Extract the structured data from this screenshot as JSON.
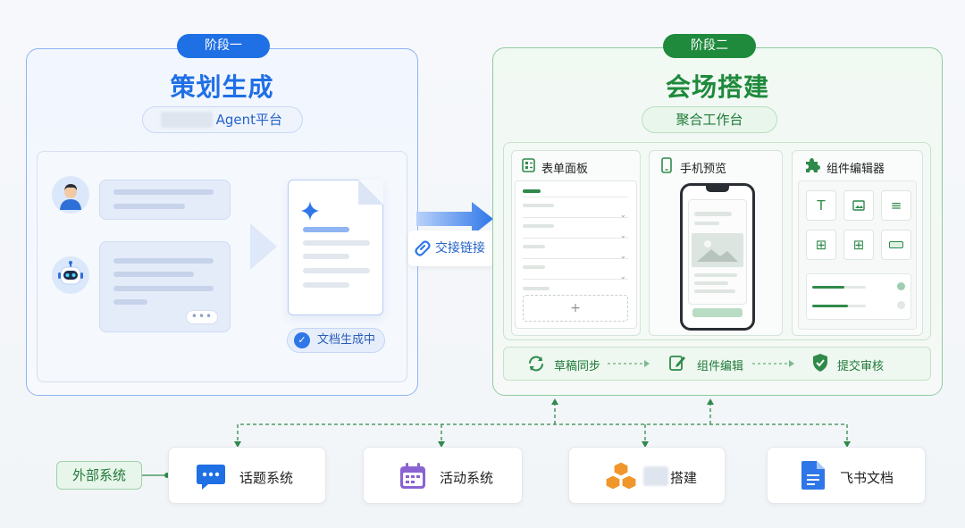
{
  "stage1": {
    "pill": "阶段一",
    "title": "策划生成",
    "subtitle": "Agent平台",
    "doc_status": "文档生成中",
    "dots": "•••"
  },
  "connector": {
    "label": "交接链接"
  },
  "stage2": {
    "pill": "阶段二",
    "title": "会场搭建",
    "subtitle": "聚合工作台",
    "panels": {
      "form": "表单面板",
      "preview": "手机预览",
      "editor": "组件编辑器"
    },
    "flow": [
      "草稿同步",
      "组件编辑",
      "提交审核"
    ]
  },
  "external": {
    "label": "外部系统",
    "systems": [
      "话题系统",
      "活动系统",
      "搭建",
      "飞书文档"
    ]
  },
  "colors": {
    "blue": "#1f6fe5",
    "green": "#1f8a3c",
    "orange": "#f0962a",
    "purple": "#8a63d2"
  },
  "icons": {
    "avatar_human": "person-avatar-icon",
    "avatar_bot": "robot-avatar-icon",
    "sparkle": "sparkle-icon",
    "check": "check-icon",
    "link": "link-icon",
    "form": "form-icon",
    "phone": "phone-icon",
    "puzzle": "puzzle-icon",
    "sync": "sync-icon",
    "edit": "edit-icon",
    "shield": "shield-check-icon",
    "chat": "chat-icon",
    "calendar": "calendar-icon",
    "boxes": "boxes-icon",
    "doc": "document-icon"
  }
}
